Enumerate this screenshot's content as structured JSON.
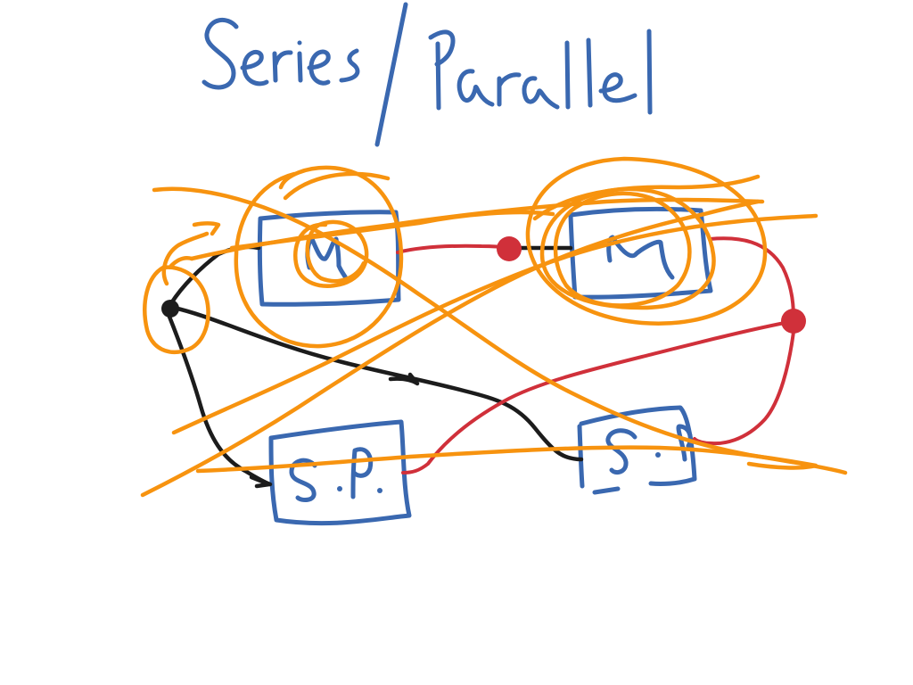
{
  "title": {
    "left": "Series",
    "separator": "/",
    "right": "Parallel"
  },
  "components": {
    "motor_1": {
      "label": "M",
      "type": "motor"
    },
    "motor_2": {
      "label": "M",
      "type": "motor"
    },
    "solar_panel_1": {
      "label": "S.P.",
      "type": "solar-panel"
    },
    "solar_panel_2": {
      "label": "S.P.",
      "type": "solar-panel"
    }
  },
  "wires": {
    "negative_color": "#1c1c1c",
    "positive_color": "#d0303a"
  },
  "colors": {
    "ink_blue": "#3a68b0",
    "wire_black": "#1c1c1c",
    "wire_red": "#d0303a",
    "scribble_orange": "#f7930f",
    "background": "#ffffff"
  },
  "annotation": "Whole circuit crossed out with orange strokes"
}
